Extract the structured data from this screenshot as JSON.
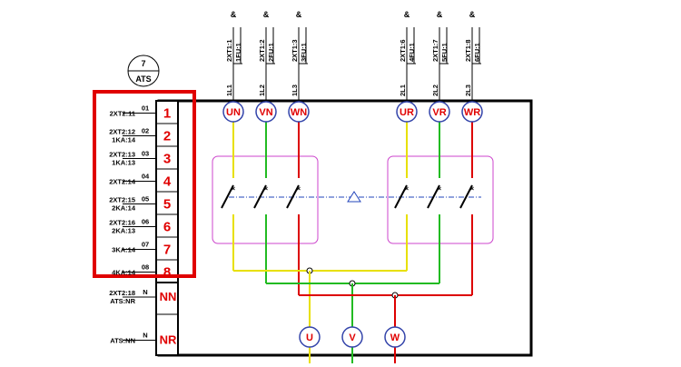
{
  "device": {
    "number": "7",
    "name": "ATS"
  },
  "top_feeds": [
    {
      "amp": "&",
      "conn": "2XT1:1",
      "fuse": "1FU:1",
      "line": "1L1"
    },
    {
      "amp": "&",
      "conn": "2XT1:2",
      "fuse": "2FU:1",
      "line": "1L2"
    },
    {
      "amp": "&",
      "conn": "2XT1:3",
      "fuse": "3FU:1",
      "line": "1L3"
    },
    {
      "amp": "&",
      "conn": "2XT1:6",
      "fuse": "4FU:1",
      "line": "2L1"
    },
    {
      "amp": "&",
      "conn": "2XT1:7",
      "fuse": "5FU:1",
      "line": "2L2"
    },
    {
      "amp": "&",
      "conn": "2XT1:8",
      "fuse": "6FU:1",
      "line": "2L3"
    }
  ],
  "inputs": [
    {
      "label": "UN",
      "color": "#e8e000"
    },
    {
      "label": "VN",
      "color": "#22bb22"
    },
    {
      "label": "WN",
      "color": "#dd0000"
    },
    {
      "label": "UR",
      "color": "#e8e000"
    },
    {
      "label": "VR",
      "color": "#22bb22"
    },
    {
      "label": "WR",
      "color": "#dd0000"
    }
  ],
  "outputs": [
    "U",
    "V",
    "W"
  ],
  "terminals": [
    {
      "num": "1",
      "wire": "01",
      "desc": [
        "2XT2:11"
      ]
    },
    {
      "num": "2",
      "wire": "02",
      "desc": [
        "2XT2:12",
        "1KA:14"
      ]
    },
    {
      "num": "3",
      "wire": "03",
      "desc": [
        "2XT2:13",
        "1KA:13"
      ]
    },
    {
      "num": "4",
      "wire": "04",
      "desc": [
        "2XT2:14"
      ]
    },
    {
      "num": "5",
      "wire": "05",
      "desc": [
        "2XT2:15",
        "2KA:14"
      ]
    },
    {
      "num": "6",
      "wire": "06",
      "desc": [
        "2XT2:16",
        "2KA:13"
      ]
    },
    {
      "num": "7",
      "wire": "07",
      "desc": [
        "3KA:14"
      ]
    },
    {
      "num": "8",
      "wire": "08",
      "desc": [
        "4KA:14"
      ]
    }
  ],
  "neutral_terminals": [
    {
      "label": "NN",
      "wire": "N",
      "desc": [
        "2XT2:18",
        "ATS:NR"
      ]
    },
    {
      "label": "NR",
      "wire": "N",
      "desc": [
        "ATS:NN"
      ]
    }
  ],
  "colors": {
    "highlight": "#e00000",
    "phase_u": "#e8e000",
    "phase_v": "#22bb22",
    "phase_w": "#dd0000",
    "switch_box": "#cc44cc",
    "link": "#2244bb"
  }
}
